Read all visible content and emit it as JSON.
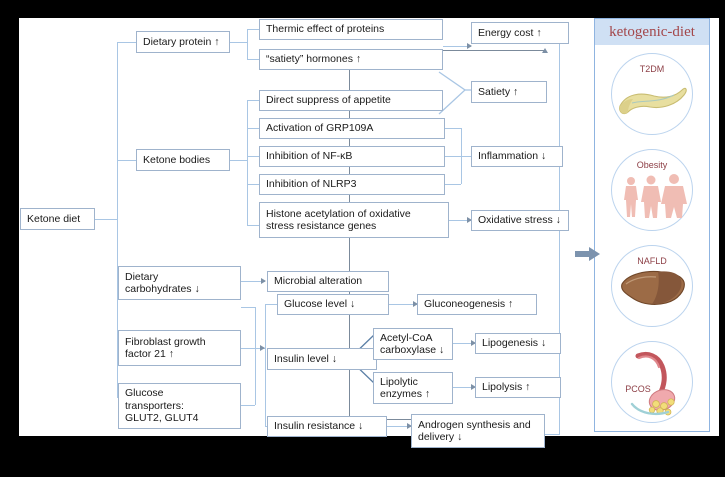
{
  "figure": {
    "root_node": "Ketone diet",
    "panel": {
      "title": "ketogenic-diet",
      "diseases": [
        {
          "label": "T2DM",
          "icon": "pancreas-icon"
        },
        {
          "label": "Obesity",
          "icon": "body-shapes-icon"
        },
        {
          "label": "NAFLD",
          "icon": "liver-icon"
        },
        {
          "label": "PCOS",
          "icon": "ovary-icon"
        }
      ],
      "arrow_icon": "right-arrow-icon"
    },
    "colors": {
      "box_border": "#9fb3cc",
      "connector": "#a9c6e4",
      "connector_dark": "#6d7f93",
      "panel_border": "#8fb4e0",
      "panel_header_bg": "#cfe0f4",
      "panel_title_text": "#a3474b",
      "canvas_bg": "#ffffff",
      "page_bg": "#000000"
    },
    "level1": [
      {
        "id": "dietary-protein",
        "label": "Dietary protein ↑"
      },
      {
        "id": "ketone-bodies",
        "label": "Ketone bodies"
      },
      {
        "id": "dietary-carbs",
        "label": "Dietary\ncarbohydrates ↓"
      },
      {
        "id": "fgf21",
        "label": "Fibroblast growth\nfactor 21 ↑"
      },
      {
        "id": "glucose-transporters",
        "label": "Glucose\ntransporters:\nGLUT2, GLUT4"
      }
    ],
    "level2": [
      {
        "id": "thermic-effect",
        "label": "Thermic effect of proteins"
      },
      {
        "id": "satiety-hormones",
        "label": "“satiety” hormones  ↑"
      },
      {
        "id": "direct-suppress",
        "label": "Direct suppress of appetite"
      },
      {
        "id": "activation-grp109a",
        "label": "Activation of GRP109A"
      },
      {
        "id": "inhibition-nfkb",
        "label": "Inhibition of NF-κB"
      },
      {
        "id": "inhibition-nlrp3",
        "label": "Inhibition of NLRP3"
      },
      {
        "id": "histone-acetylation",
        "label": "Histone acetylation of oxidative\nstress resistance genes"
      },
      {
        "id": "microbial-alteration",
        "label": "Microbial alteration"
      },
      {
        "id": "glucose-level",
        "label": "Glucose level  ↓"
      },
      {
        "id": "insulin-level",
        "label": "Insulin level   ↓"
      },
      {
        "id": "insulin-resistance",
        "label": "Insulin resistance  ↓"
      }
    ],
    "level3": [
      {
        "id": "energy-cost",
        "label": "Energy cost ↑"
      },
      {
        "id": "satiety",
        "label": "Satiety ↑"
      },
      {
        "id": "inflammation",
        "label": "Inflammation ↓"
      },
      {
        "id": "oxidative-stress",
        "label": "Oxidative stress ↓"
      },
      {
        "id": "gluconeogenesis",
        "label": "Gluconeogenesis ↑"
      },
      {
        "id": "acetyl-coa",
        "label": "Acetyl-CoA\ncarboxylase ↓"
      },
      {
        "id": "lipolytic-enzymes",
        "label": "Lipolytic\nenzymes ↑"
      },
      {
        "id": "androgen-synthesis",
        "label": "Androgen synthesis and\ndelivery ↓"
      }
    ],
    "level4": [
      {
        "id": "lipogenesis",
        "label": "Lipogenesis ↓"
      },
      {
        "id": "lipolysis",
        "label": "Lipolysis  ↑"
      }
    ]
  }
}
